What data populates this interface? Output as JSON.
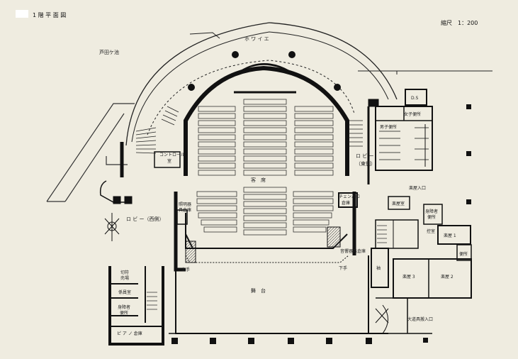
{
  "title": "1 階 平 面 図",
  "scale": "縮尺　1：200",
  "labels": {
    "outer_garden": "芦田ケ池",
    "corridor_arc": "ホ ワ イ エ",
    "seating": "客　席",
    "stage": "舞　台",
    "lobby_west": "ロ ビ ー（西側）",
    "lobby_east_1": "ロ ビ ー",
    "lobby_east_2": "（東側）",
    "control_room_1": "コントロール",
    "control_room_2": "室",
    "lighting_storage_1": "照明器",
    "lighting_storage_2": "具倉庫",
    "chair_storage_1": "チェンバロ",
    "chair_storage_2": "倉庫",
    "sound_storage": "音響器具倉庫",
    "kamite": "上手",
    "shimote": "下手",
    "womens_wc": "女子便所",
    "mens_wc": "男子便所",
    "ds": "D.S",
    "backstage_entrance": "楽屋入口",
    "performers_room": "楽屋室",
    "disabled_wc_east_1": "身障者",
    "disabled_wc_east_2": "便所",
    "green_room": "控室",
    "dressing_1": "楽屋 1",
    "dressing_2": "楽屋 2",
    "dressing_3": "楽屋 3",
    "toilet": "便所",
    "wing": "袖",
    "props_entrance": "大道具搬入口",
    "ticket_office_1": "切符",
    "ticket_office_2": "売場",
    "staff_room": "係員室",
    "disabled_wc_west_1": "身障者",
    "disabled_wc_west_2": "便所",
    "piano_storage": "ピ ア ノ 倉庫"
  }
}
